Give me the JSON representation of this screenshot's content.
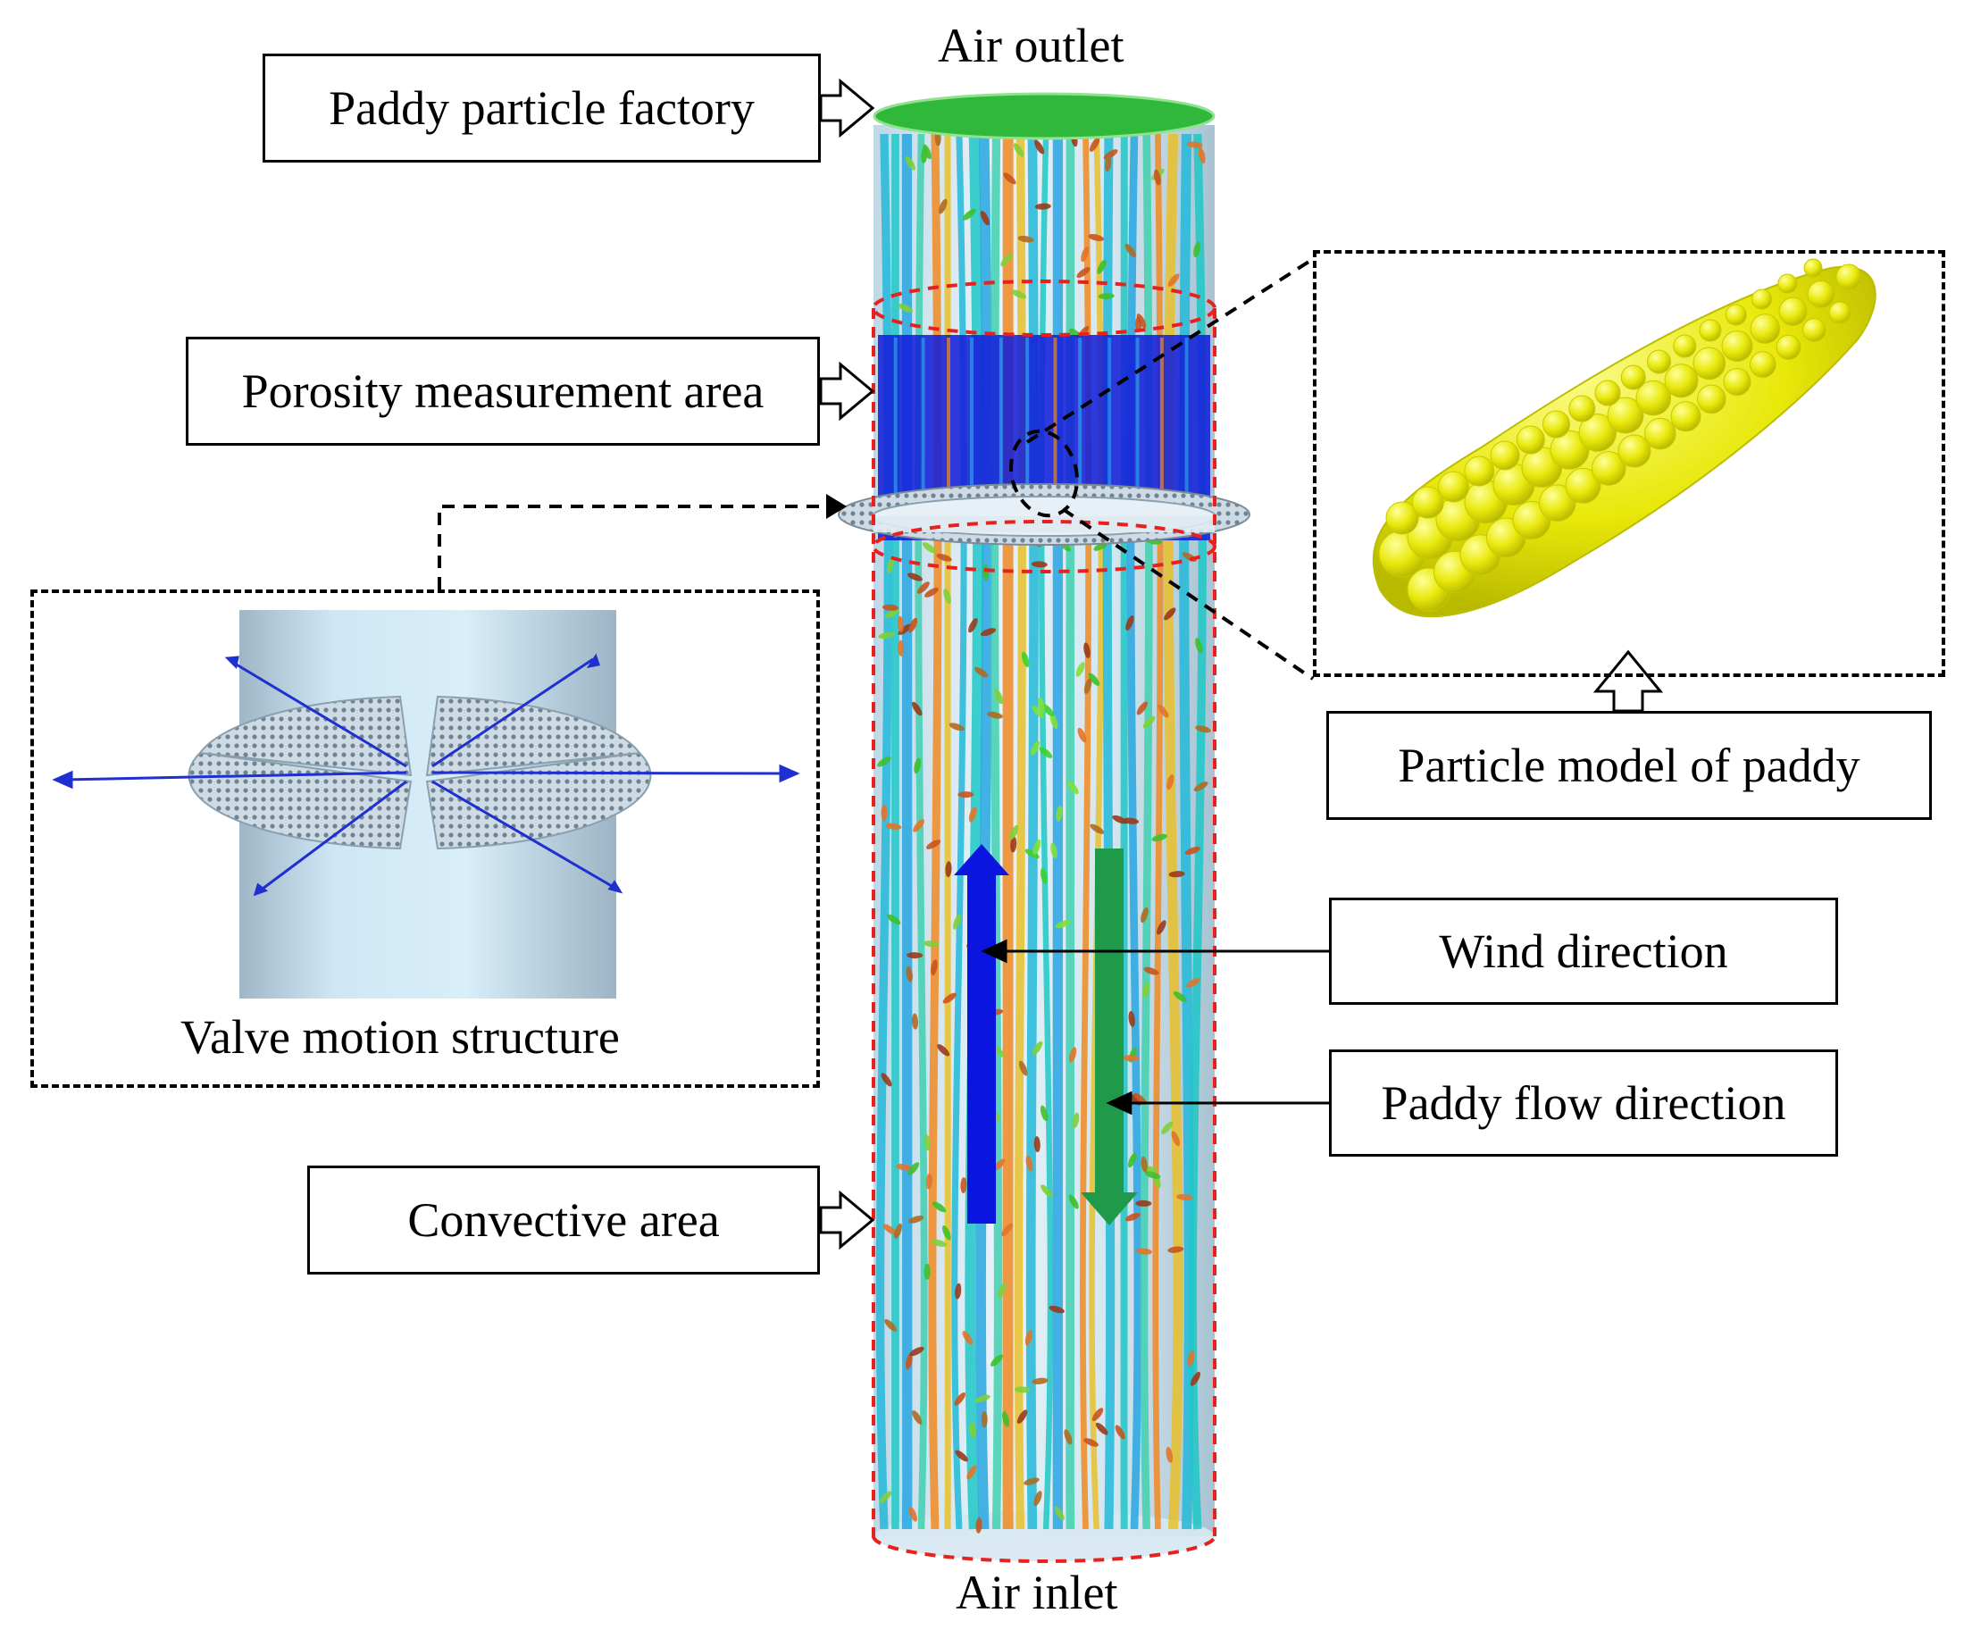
{
  "labels": {
    "air_outlet": "Air outlet",
    "air_inlet": "Air inlet",
    "paddy_particle_factory": "Paddy particle factory",
    "porosity_measurement_area": "Porosity measurement area",
    "valve_motion_structure": "Valve motion structure",
    "convective_area": "Convective area",
    "particle_model_of_paddy": "Particle model of paddy",
    "wind_direction": "Wind direction",
    "paddy_flow_direction": "Paddy flow direction"
  },
  "colors": {
    "outlet_disc": "#2fb83a",
    "region_outline": "#e8201e",
    "wind_arrow": "#0a16e0",
    "paddy_arrow": "#1f9a4a",
    "particle_model": "#e8e80a",
    "porosity_fill": "#1420d8",
    "streamline_cyan": "#22b8d8",
    "streamline_orange": "#f08a22",
    "valve_vector": "#1f2fd0"
  },
  "icons": {
    "callout_arrow": "hollow-arrow-icon",
    "particle_model": "paddy-grain-icon",
    "valve": "valve-icon"
  }
}
